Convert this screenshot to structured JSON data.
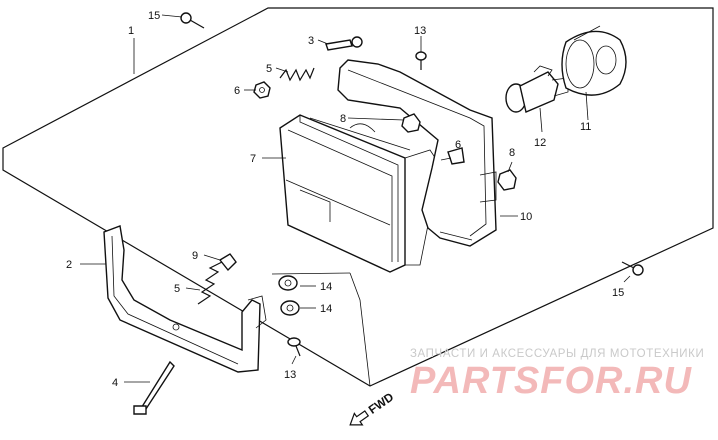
{
  "callouts": {
    "c1": "1",
    "c2": "2",
    "c3": "3",
    "c4": "4",
    "c5a": "5",
    "c5b": "5",
    "c6": "6",
    "c7": "7",
    "c8a": "8",
    "c8b": "8",
    "c9": "9",
    "c10": "10",
    "c11": "11",
    "c12": "12",
    "c13a": "13",
    "c13b": "13",
    "c14a": "14",
    "c14b": "14",
    "c15a": "15",
    "c15b": "15",
    "c6b": "6"
  },
  "direction_label": "FWD",
  "watermark": {
    "caption": "ЗАПЧАСТИ И АКСЕССУАРЫ ДЛЯ МОТОТЕХНИКИ",
    "logo": "PARTSFOR.RU"
  }
}
